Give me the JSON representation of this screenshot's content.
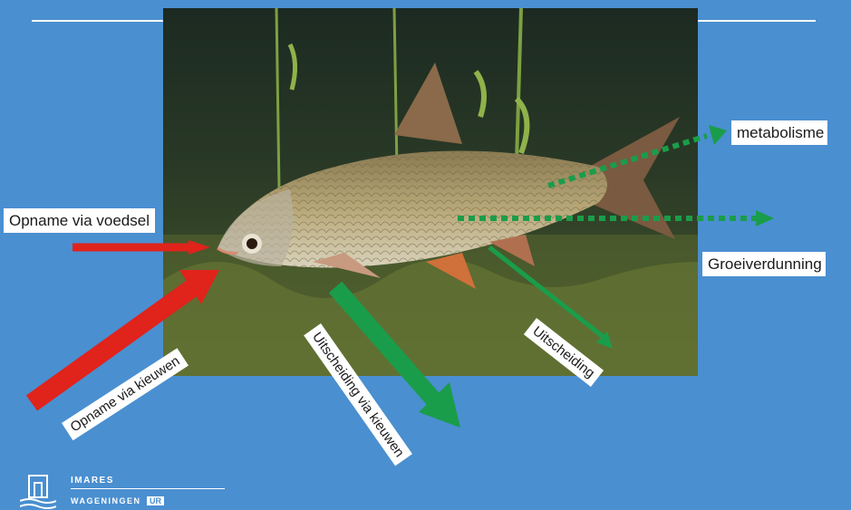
{
  "labels": {
    "intake_food": "Opname via voedsel",
    "intake_gills": "Opname via kieuwen",
    "excretion_gills": "Uitscheiding via kieuwen",
    "excretion": "Uitscheiding",
    "metabolism": "metabolisme",
    "growth_dilution": "Groeiverdunning"
  },
  "logo": {
    "line1": "IMARES",
    "line2": "WAGENINGEN",
    "badge": "UR"
  },
  "colors": {
    "background": "#4a8fd0",
    "intake_arrow": "#e0231b",
    "excretion_arrow": "#1a9d4a"
  }
}
